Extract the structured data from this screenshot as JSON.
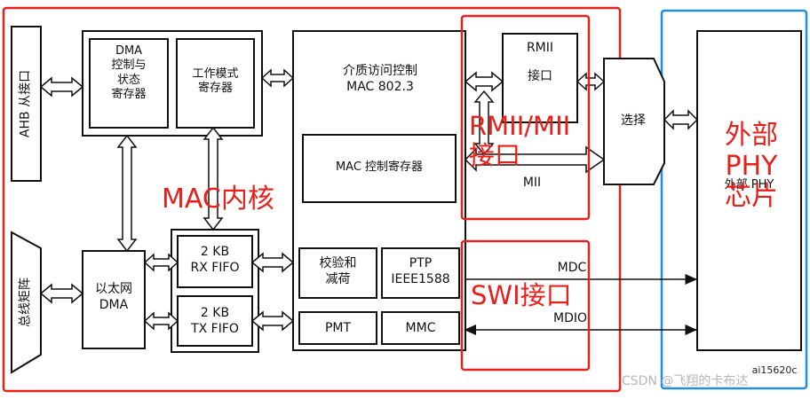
{
  "blocks": {
    "ahb_slave": "AHB 从接口",
    "bus_matrix": "总线矩阵",
    "dma_ctrl": "DMA\n控制与\n状态\n寄存器",
    "op_mode": "工作模式\n寄存器",
    "mac_title": "介质访问控制\nMAC 802.3",
    "mac_ctrl_reg": "MAC 控制寄存器",
    "eth_dma": "以太网\nDMA",
    "rx_fifo": "2 KB\nRX FIFO",
    "tx_fifo": "2 KB\nTX FIFO",
    "checksum": "校验和\n减荷",
    "ptp": "PTP\nIEEE1588",
    "pmt": "PMT",
    "mmc": "MMC",
    "rmii_if": "RMII\n\n接口",
    "mii": "MII",
    "select": "选择",
    "ext_phy": "外部 PHY",
    "mdc": "MDC",
    "mdio": "MDIO"
  },
  "annotations": {
    "mac_core": "MAC内核",
    "rmii_mii": "RMII/MII\n接口",
    "swi": "SWI接口",
    "ext_phy_chip": "外部\nPHY\n芯片"
  },
  "figure_id": "ai15620c",
  "watermark": "CSDN @飞翔的卡布达",
  "colors": {
    "red": "#e8201a",
    "blue": "#1f8fe5",
    "line": "#111111"
  }
}
